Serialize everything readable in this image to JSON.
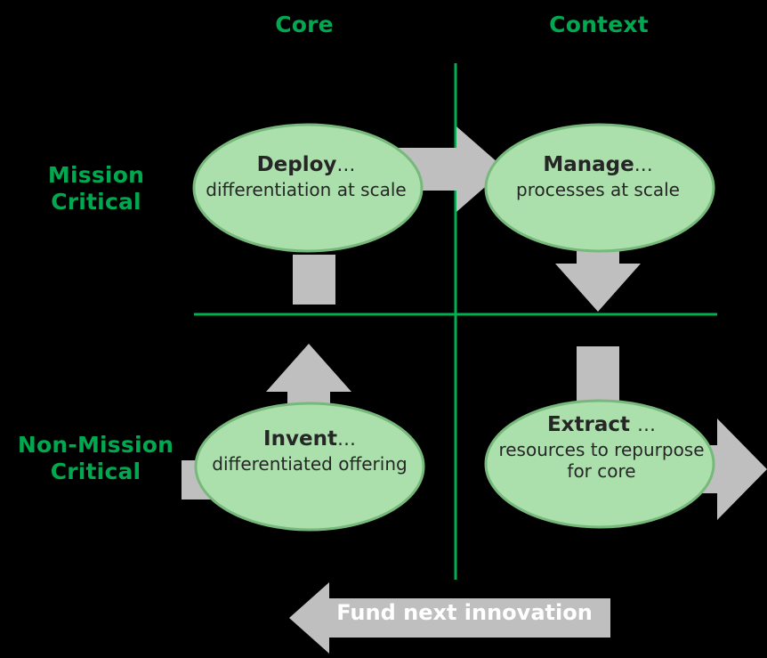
{
  "diagram": {
    "title": "Core / Context vs Mission Critical matrix",
    "background": "#000000",
    "colors": {
      "axis_green": "#00a94f",
      "divider_green": "#00b050",
      "ellipse_fill": "#abe0ac",
      "ellipse_stroke": "#76b97a",
      "arrow_gray": "#bfbfbf",
      "node_text": "#262626",
      "banner_text": "#ffffff"
    },
    "column_headers": [
      {
        "id": "core",
        "label": "Core"
      },
      {
        "id": "context",
        "label": "Context"
      }
    ],
    "row_headers": [
      {
        "id": "mission-critical",
        "label": "Mission\nCritical"
      },
      {
        "id": "non-mission-critical",
        "label": "Non-Mission\nCritical"
      }
    ],
    "quadrants": [
      {
        "id": "deploy",
        "column": "Core",
        "row": "Mission Critical",
        "title": "Deploy",
        "dots": "…",
        "body": "differentiation\nat scale"
      },
      {
        "id": "manage",
        "column": "Context",
        "row": "Mission Critical",
        "title": "Manage",
        "dots": "…",
        "body": "processes at\nscale"
      },
      {
        "id": "invent",
        "column": "Core",
        "row": "Non-Mission Critical",
        "title": "Invent",
        "dots": "…",
        "body": "differentiated\noffering"
      },
      {
        "id": "extract",
        "column": "Context",
        "row": "Non-Mission Critical",
        "title": "Extract ",
        "dots": "…",
        "body": "resources to\nrepurpose for\ncore"
      }
    ],
    "flow_arrows": [
      {
        "id": "invent-to-deploy",
        "direction": "up",
        "from": "Invent",
        "to": "Deploy"
      },
      {
        "id": "deploy-to-manage",
        "direction": "right",
        "from": "Deploy",
        "to": "Manage"
      },
      {
        "id": "manage-to-extract",
        "direction": "down",
        "from": "Manage",
        "to": "Extract"
      },
      {
        "id": "extract-outflow",
        "direction": "right",
        "from": "Extract",
        "to": ""
      }
    ],
    "banner": {
      "id": "fund-next-innovation",
      "label": "Fund next innovation",
      "direction": "left"
    }
  }
}
